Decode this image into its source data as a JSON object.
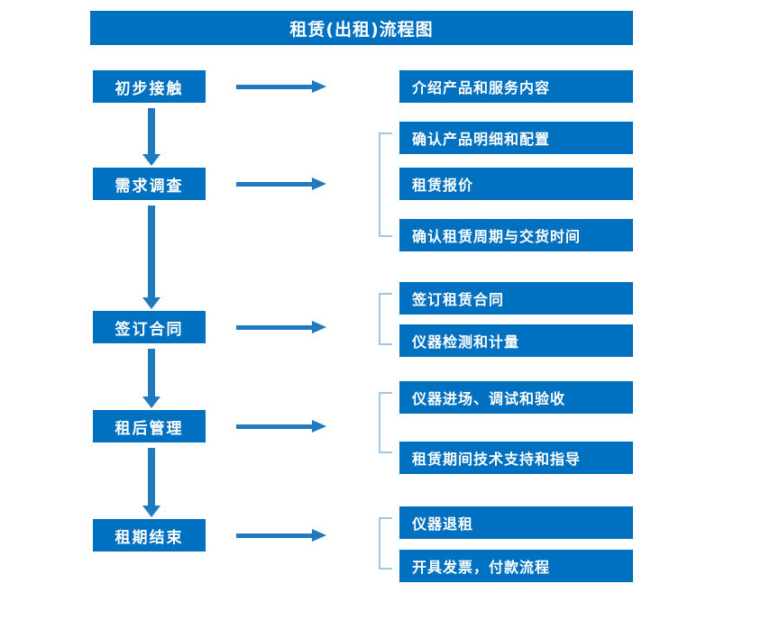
{
  "title": "租赁(出租)流程图",
  "colors": {
    "box_fill": "#0070c0",
    "box_text": "#ffffff",
    "arrow": "#1f7ac0",
    "bracket": "#9fc5e8",
    "background": "#ffffff"
  },
  "stages": [
    {
      "id": "initial-contact",
      "label": "初步接触"
    },
    {
      "id": "needs-survey",
      "label": "需求调查"
    },
    {
      "id": "sign-contract",
      "label": "签订合同"
    },
    {
      "id": "post-rent-mgmt",
      "label": "租后管理"
    },
    {
      "id": "lease-end",
      "label": "租期结束"
    }
  ],
  "details": [
    {
      "id": "introduce-products",
      "label": "介绍产品和服务内容"
    },
    {
      "id": "confirm-spec",
      "label": "确认产品明细和配置"
    },
    {
      "id": "rental-quote",
      "label": "租赁报价"
    },
    {
      "id": "confirm-period",
      "label": "确认租赁周期与交货时间"
    },
    {
      "id": "sign-lease-contract",
      "label": "签订租赁合同"
    },
    {
      "id": "instrument-testing",
      "label": "仪器检测和计量"
    },
    {
      "id": "instrument-entry",
      "label": "仪器进场、调试和验收"
    },
    {
      "id": "tech-support",
      "label": "租赁期间技术支持和指导"
    },
    {
      "id": "instrument-return",
      "label": "仪器退租"
    },
    {
      "id": "invoice-payment",
      "label": "开具发票，付款流程"
    }
  ],
  "icons": {
    "right_arrow": "right-arrow-icon",
    "down_arrow": "down-arrow-icon",
    "bracket": "group-bracket-icon"
  }
}
